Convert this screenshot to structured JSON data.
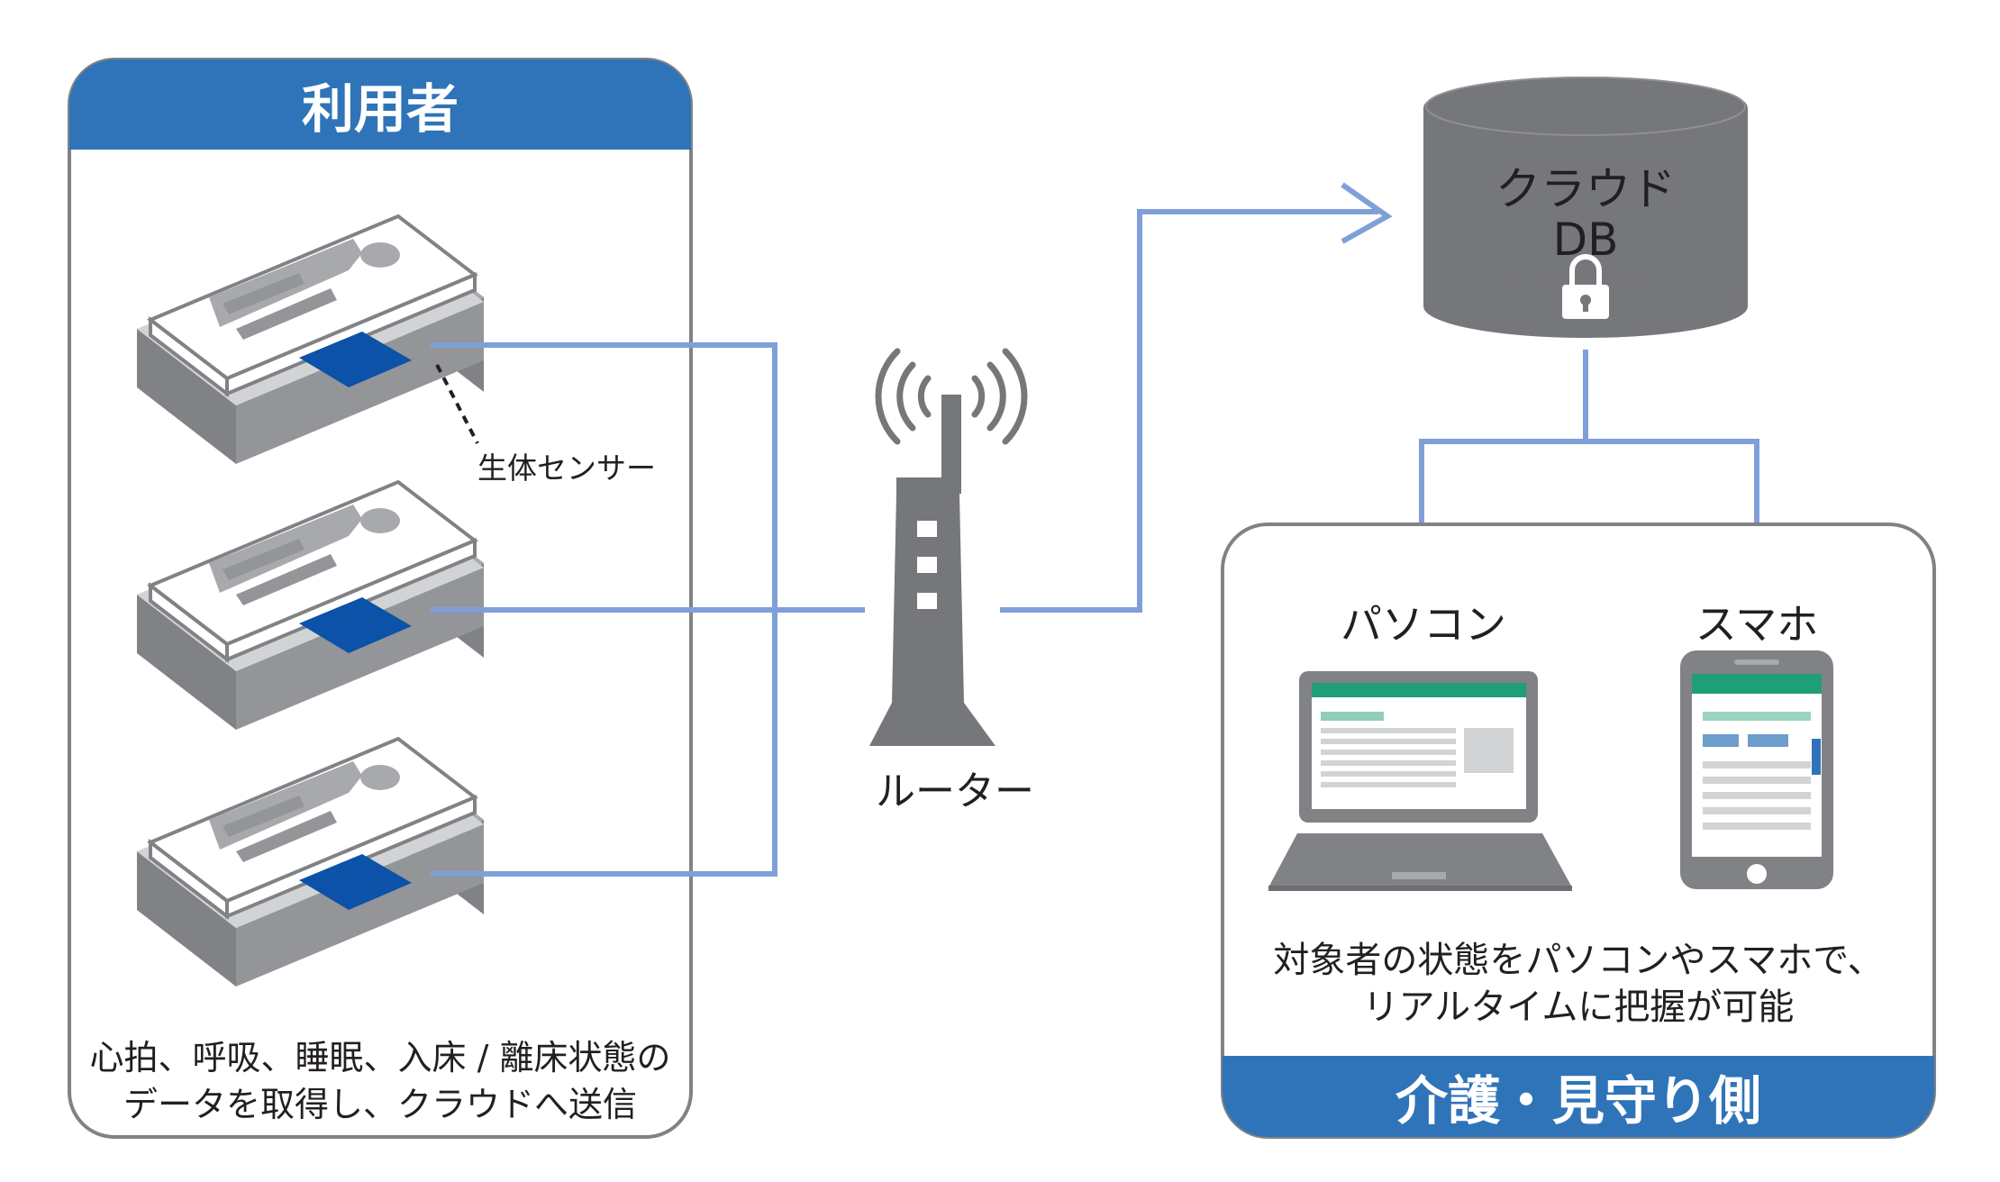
{
  "colors": {
    "header_blue": "#2f74b8",
    "line_blue": "#7f9fd8",
    "sensor_blue": "#0b52a8",
    "device_gray": "#76777a",
    "frame_gray": "#808285",
    "screen_green": "#1f9e77"
  },
  "user_panel": {
    "title": "利用者",
    "sensor_label": "生体センサー",
    "caption_line1": "心拍、呼吸、睡眠、入床 / 離床状態の",
    "caption_line2": "データを取得し、クラウドへ送信"
  },
  "router": {
    "label": "ルーター"
  },
  "cloud_db": {
    "line1": "クラウド",
    "line2": "DB",
    "icon": "lock-icon"
  },
  "care_panel": {
    "title": "介護・見守り側",
    "pc_label": "パソコン",
    "phone_label": "スマホ",
    "caption_line1": "対象者の状態をパソコンやスマホで、",
    "caption_line2": "リアルタイムに把握が可能"
  }
}
